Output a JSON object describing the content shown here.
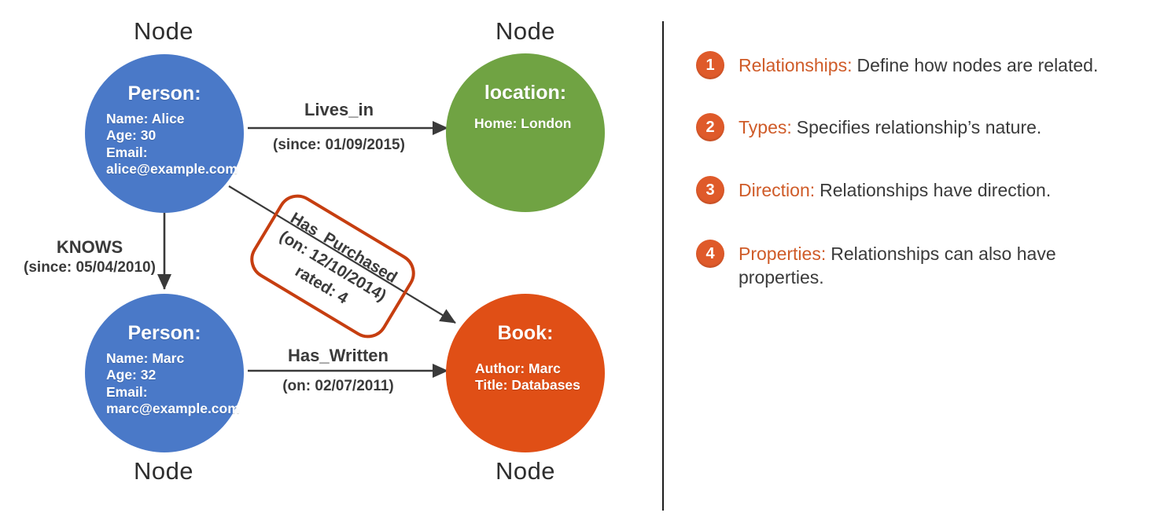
{
  "diagram": {
    "node_caption": "Node",
    "nodes": {
      "alice": {
        "title": "Person:",
        "lines": [
          "Name: Alice",
          "Age: 30",
          "Email:",
          "alice@example.com"
        ],
        "color": "#4a79c8"
      },
      "location": {
        "title": "location:",
        "lines": [
          "Home: London"
        ],
        "color": "#70a343"
      },
      "marc": {
        "title": "Person:",
        "lines": [
          "Name: Marc",
          "Age: 32",
          "Email:",
          "marc@example.com"
        ],
        "color": "#4a79c8"
      },
      "book": {
        "title": "Book:",
        "lines": [
          "Author: Marc",
          "Title: Databases"
        ],
        "color": "#e04f16"
      }
    },
    "edges": {
      "lives_in": {
        "label": "Lives_in",
        "property": "(since: 01/09/2015)"
      },
      "knows": {
        "label": "KNOWS",
        "property": "(since: 05/04/2010)"
      },
      "has_written": {
        "label": "Has_Written",
        "property": "(on: 02/07/2011)"
      },
      "has_purchased": {
        "label": "Has_Purchased",
        "property": "(on: 12/10/2014)",
        "property2": "rated: 4",
        "border_color": "#c63e10"
      }
    }
  },
  "legend": {
    "items": [
      {
        "number": "1",
        "label": "Relationships:",
        "text": "Define how nodes are related."
      },
      {
        "number": "2",
        "label": "Types:",
        "text": "Specifies relationship’s nature."
      },
      {
        "number": "3",
        "label": "Direction:",
        "text": "Relationships have direction."
      },
      {
        "number": "4",
        "label": "Properties:",
        "text": "Relationships can also have properties."
      }
    ],
    "accent_color": "#df5a2a",
    "label_color": "#cf5b28",
    "text_color": "#3a3a3a"
  }
}
